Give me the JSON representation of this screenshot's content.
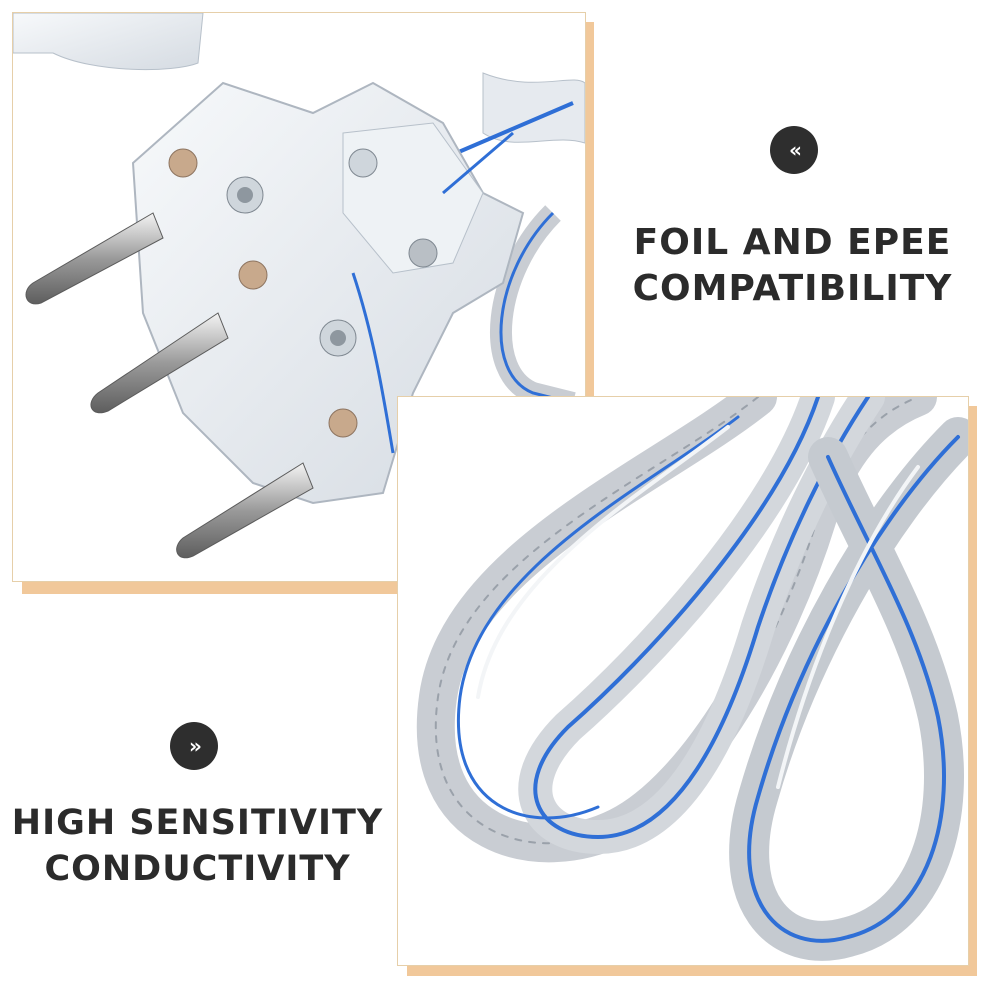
{
  "badges": {
    "top_glyph": "«",
    "bottom_glyph": "»"
  },
  "captions": {
    "top": {
      "line1": "FOIL AND EPEE",
      "line2": "COMPATIBILITY"
    },
    "bottom": {
      "line1": "HIGH SENSITIVITY",
      "line2": "CONDUCTIVITY"
    }
  },
  "colors": {
    "frame_shadow": "#f1c89a",
    "badge_fill": "#2e2e2e",
    "caption_text": "#2b2b2b",
    "wire_silver": "#c9cdd3",
    "wire_blue": "#2f6fd6"
  }
}
